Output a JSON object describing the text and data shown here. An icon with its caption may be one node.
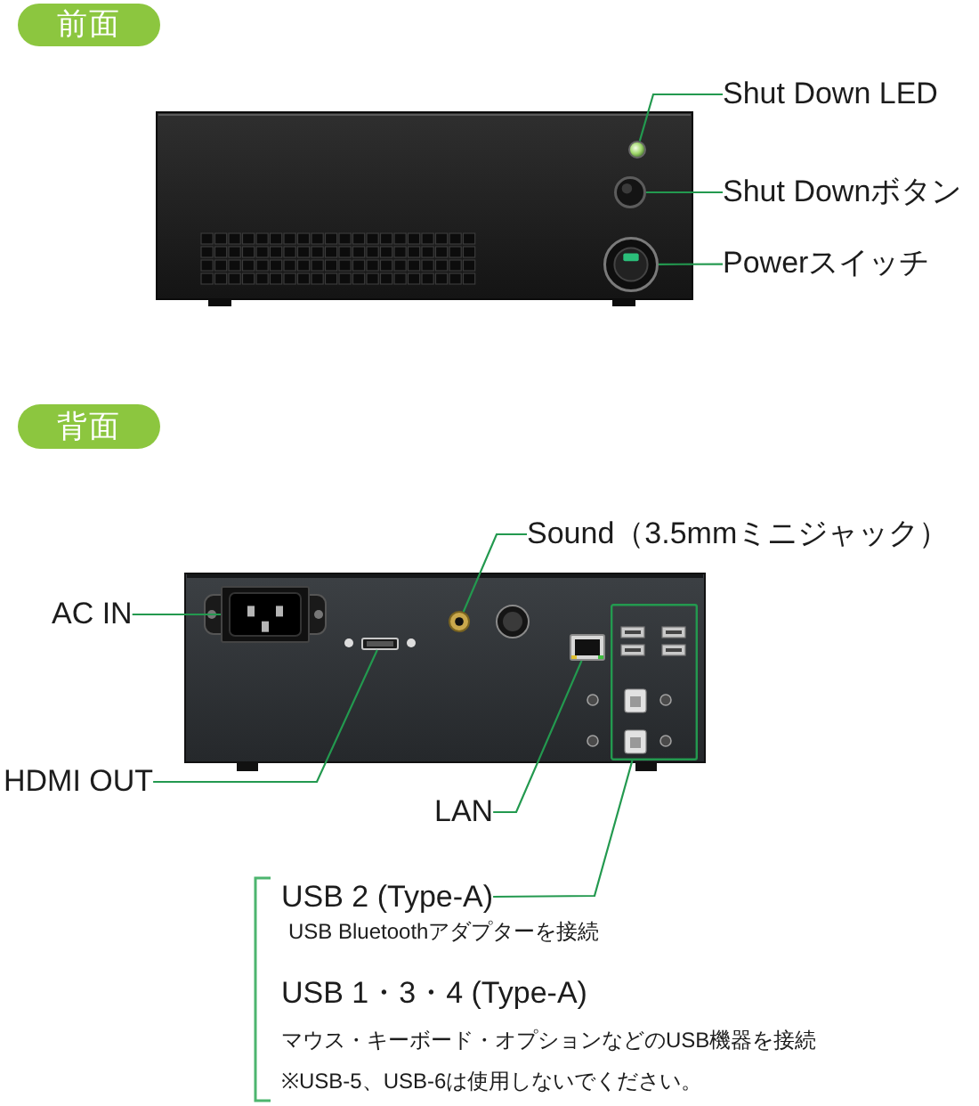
{
  "diagram": {
    "nodes": [
      {
        "text": [
          "前面"
        ]
      },
      {
        "text": [
          "Shut Down LED"
        ]
      },
      {
        "text": [
          "Shut Downボタン"
        ]
      },
      {
        "text": [
          "Powerスイッチ"
        ]
      },
      {
        "text": [],
        "shape": "circle"
      },
      {
        "text": [],
        "shape": "circle"
      },
      {
        "text": [],
        "shape": "circle"
      },
      {
        "text": [
          "背面"
        ]
      },
      {
        "text": [
          "Sound（3.5mmミニジャック）"
        ]
      },
      {
        "text": [
          "AC IN"
        ]
      },
      {
        "text": [
          "HDMI OUT"
        ]
      },
      {
        "text": [
          "LAN"
        ]
      },
      {
        "text": [],
        "shape": "circle"
      },
      {
        "text": [],
        "shape": "box"
      },
      {
        "text": [],
        "shape": "box"
      },
      {
        "text": [],
        "shape": "box"
      },
      {
        "text": [],
        "shape": "box"
      },
      {
        "text": [
          "USB 2 (Type-A)"
        ]
      }
    ],
    "edges": [
      {
        "from": 1,
        "to": 4,
        "arrow": "none"
      },
      {
        "from": 2,
        "to": 5,
        "arrow": "none"
      },
      {
        "from": 3,
        "to": 6,
        "arrow": "none"
      },
      {
        "from": 8,
        "to": 12,
        "arrow": "none"
      },
      {
        "from": 9,
        "to": 13,
        "arrow": "none"
      },
      {
        "from": 10,
        "to": 14,
        "arrow": "none"
      },
      {
        "from": 11,
        "to": 15,
        "arrow": "none"
      },
      {
        "from": 17,
        "to": 16,
        "arrow": "none"
      }
    ],
    "labels": [
      "USB Bluetoothアダプターを接続",
      "USB 1・3・4 (Type-A)",
      "マウス・キーボード・オプションなどのUSB機器を接続",
      "※USB-5、USB-6は使用しないでください。"
    ]
  }
}
